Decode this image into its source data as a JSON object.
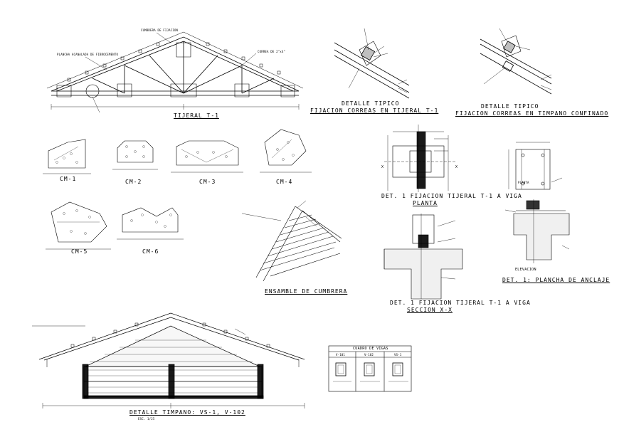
{
  "titles": {
    "tijeral": "TIJERAL  T-1",
    "det_tipico_1_a": "DETALLE TIPICO",
    "det_tipico_1_b": "FIJACION CORREAS EN TIJERAL T-1",
    "det_tipico_2_a": "DETALLE TIPICO",
    "det_tipico_2_b": "FIJACION CORREAS EN TIMPANO CONFINADO",
    "cm1": "CM-1",
    "cm2": "CM-2",
    "cm3": "CM-3",
    "cm4": "CM-4",
    "cm5": "CM-5",
    "cm6": "CM-6",
    "det1_planta_a": "DET. 1 FIJACION TIJERAL T-1 A VIGA",
    "det1_planta_b": "PLANTA",
    "ensamble": "ENSAMBLE DE CUMBRERA",
    "det1_seccion_a": "DET. 1 FIJACION TIJERAL T-1 A VIGA",
    "det1_seccion_b": "SECCION X-X",
    "elevacion": "ELEVACION",
    "det1_plancha": "DET. 1: PLANCHA DE ANCLAJE",
    "planta_small": "PLANTA",
    "cuadro_vigas": "CUADRO DE VIGAS",
    "detalle_timpano": "DETALLE TIMPANO: VS-1, V-102"
  },
  "cuadro_vigas": {
    "columns": [
      "V-101",
      "V-102",
      "VS-1"
    ]
  },
  "notes": {
    "cumbrera": "CUMBRERA DE FIJACION",
    "correa": "CORREA DE 2\"x4\"",
    "plancha": "PLANCHA ACANALADA DE FIBROCEMENTO",
    "escala": "ESC. 1/25",
    "x_left": "X",
    "x_right": "X"
  }
}
